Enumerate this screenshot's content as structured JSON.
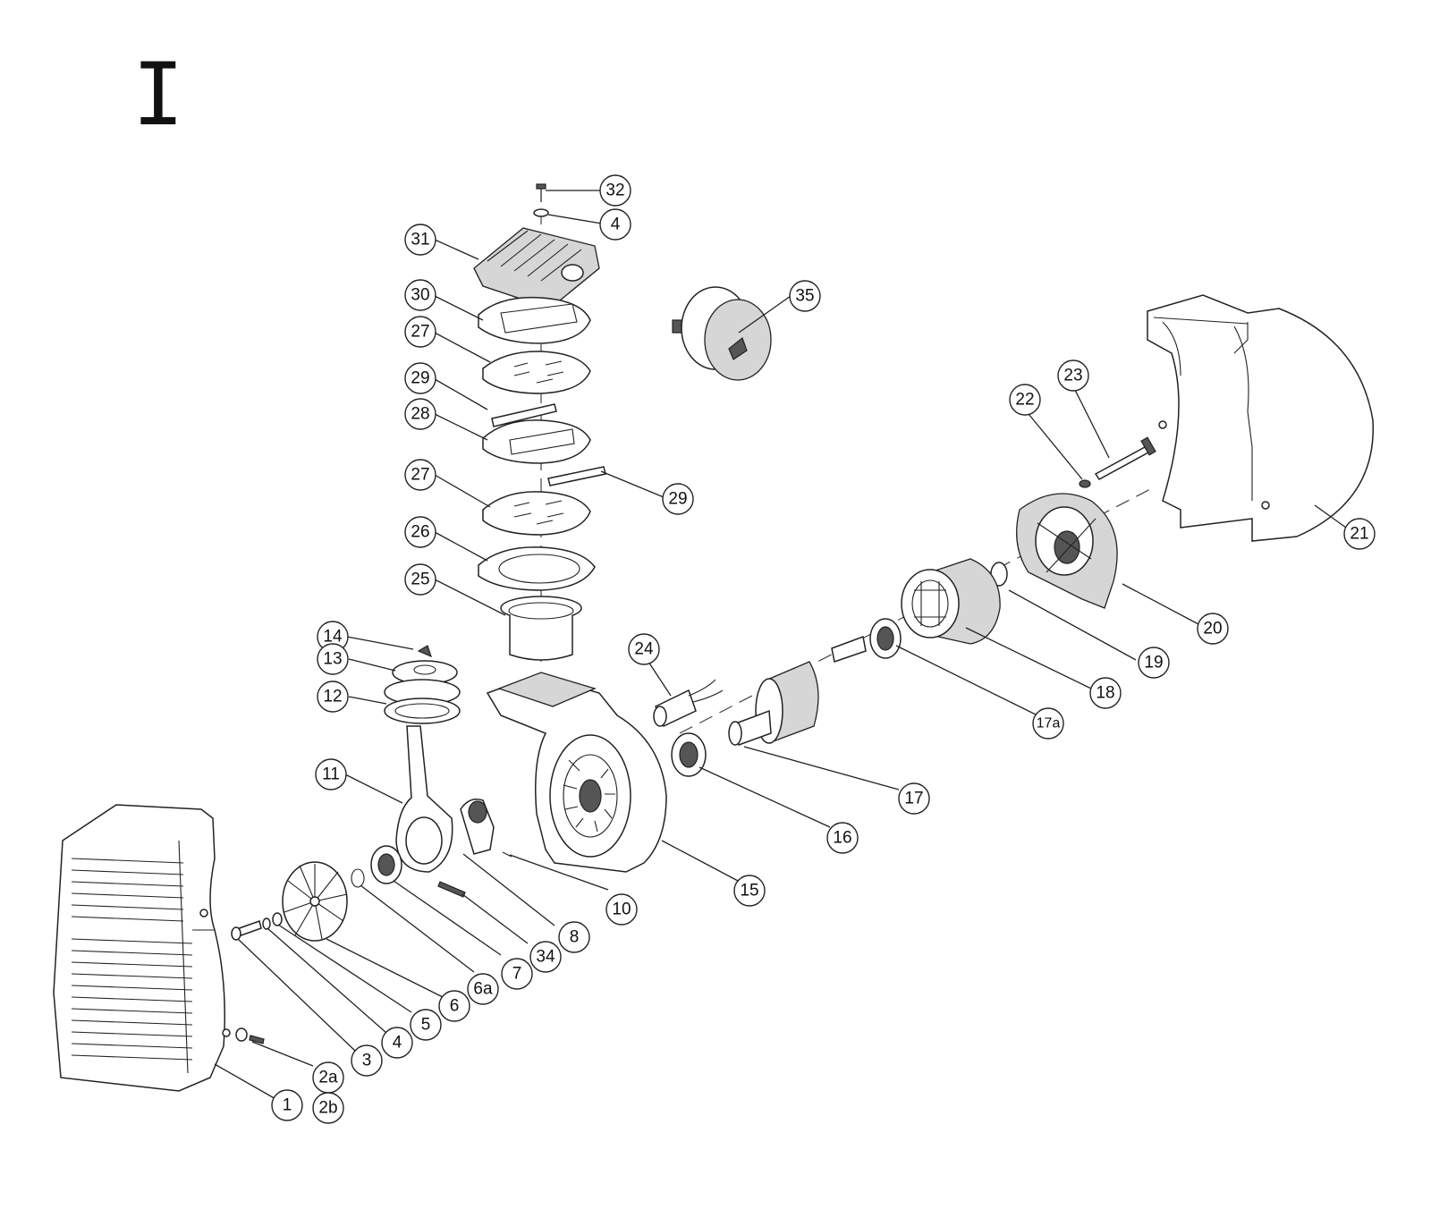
{
  "section_mark": "I",
  "callouts": [
    "32",
    "4",
    "31",
    "30",
    "27",
    "29",
    "28",
    "29",
    "27",
    "26",
    "25",
    "35",
    "23",
    "22",
    "21",
    "20",
    "19",
    "18",
    "17a",
    "17",
    "16",
    "15",
    "24",
    "14",
    "13",
    "12",
    "11",
    "10",
    "8",
    "34",
    "7",
    "6a",
    "6",
    "5",
    "4",
    "3",
    "2a",
    "2b",
    "1"
  ]
}
